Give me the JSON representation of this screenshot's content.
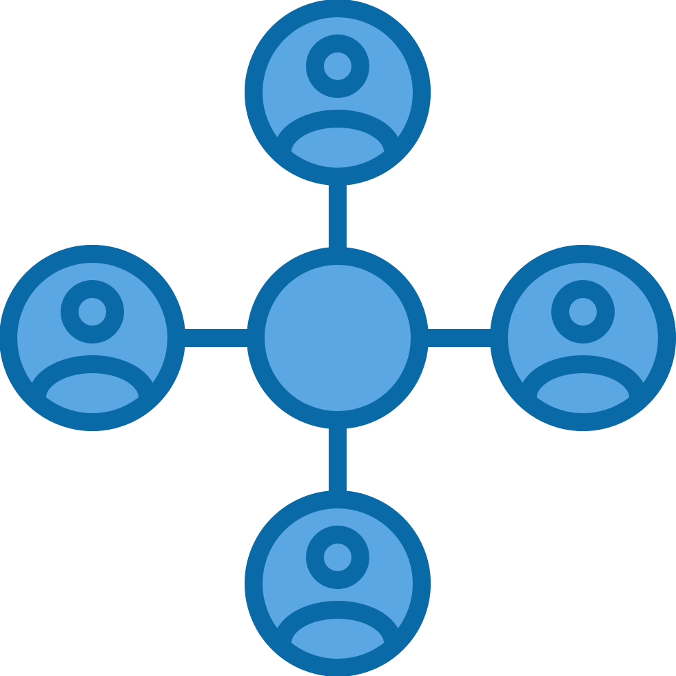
{
  "icon": {
    "name": "user-network-icon",
    "colors": {
      "stroke": "#0a6aa8",
      "fill": "#5aa7e3",
      "background": "#ffffff"
    },
    "hub": {
      "name": "network-hub"
    },
    "users": [
      {
        "name": "user-node-top",
        "icon": "person-icon"
      },
      {
        "name": "user-node-left",
        "icon": "person-icon"
      },
      {
        "name": "user-node-right",
        "icon": "person-icon"
      },
      {
        "name": "user-node-bottom",
        "icon": "person-icon"
      }
    ]
  }
}
